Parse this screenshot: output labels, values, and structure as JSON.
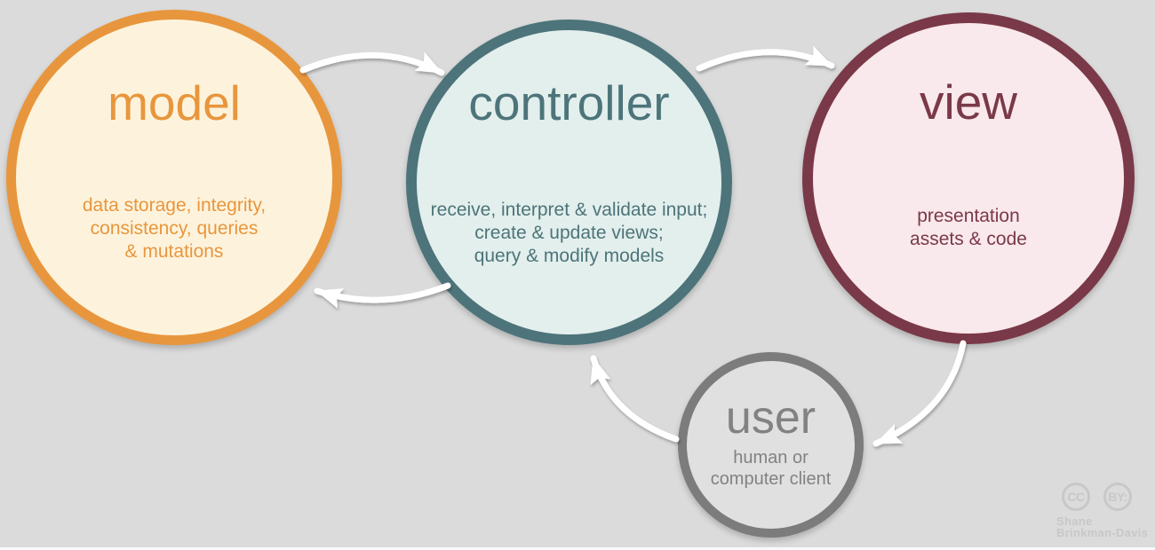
{
  "diagram": {
    "type": "mvc-cycle",
    "edges": [
      {
        "from": "model",
        "to": "controller"
      },
      {
        "from": "controller",
        "to": "view"
      },
      {
        "from": "controller",
        "to": "model"
      },
      {
        "from": "view",
        "to": "user"
      },
      {
        "from": "user",
        "to": "controller"
      }
    ],
    "arrow_color": "#ffffff",
    "background_color": "#dbdbdb"
  },
  "nodes": {
    "model": {
      "title": "model",
      "description": "data storage, integrity,\nconsistency, queries\n& mutations",
      "border_color": "#e8963d",
      "fill_color": "#fdf3dc",
      "text_color": "#e8963d"
    },
    "controller": {
      "title": "controller",
      "description": "receive, interpret & validate input;\ncreate & update views;\nquery & modify models",
      "border_color": "#4d747a",
      "fill_color": "#e2efec",
      "text_color": "#4d747a"
    },
    "view": {
      "title": "view",
      "description": "presentation\nassets & code",
      "border_color": "#7a3948",
      "fill_color": "#f9e8ec",
      "text_color": "#7a3948"
    },
    "user": {
      "title": "user",
      "description": "human or\ncomputer client",
      "border_color": "#7c7c7c",
      "fill_color": "#e0e0e0",
      "text_color": "#828282"
    }
  },
  "attribution": {
    "cc_badge": "CC",
    "by_badge": "BY:",
    "author": "Shane\nBrinkman-Davis",
    "color": "#c8c8c8"
  }
}
